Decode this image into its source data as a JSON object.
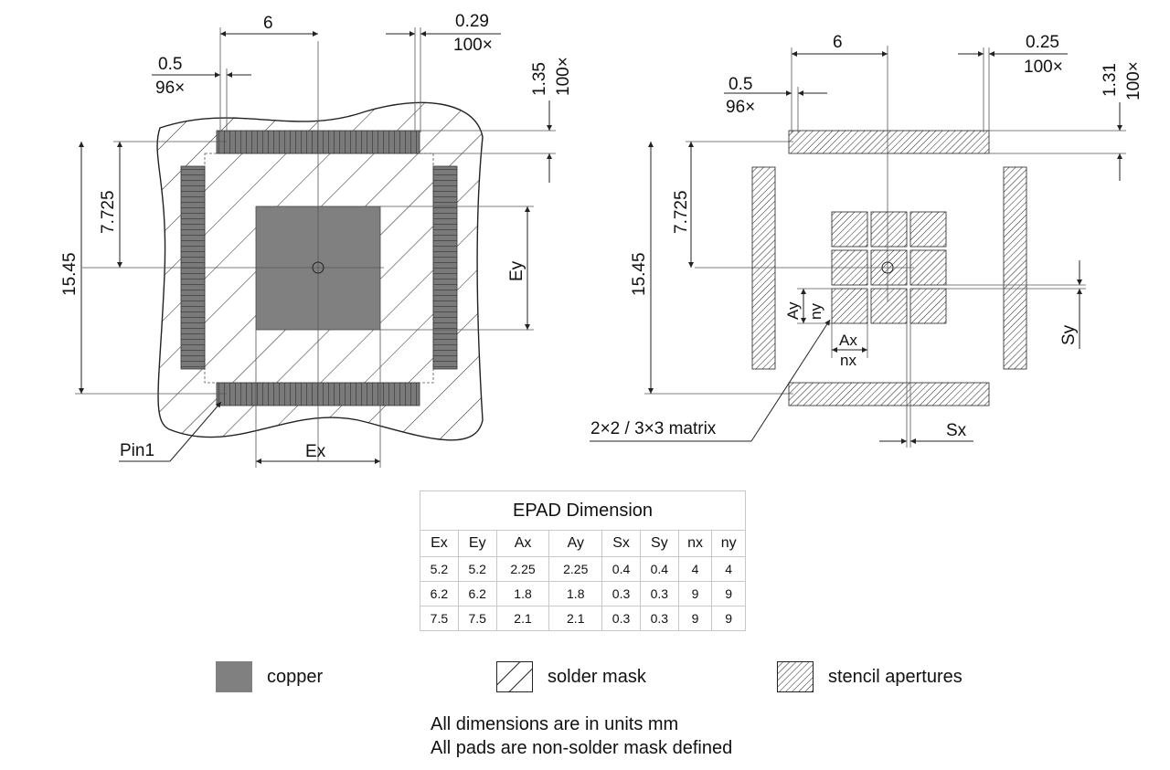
{
  "left_view": {
    "pitch": "0.5",
    "pin_count": "96×",
    "pad_row_width": "6",
    "pad_width": "0.29",
    "pad_width_count": "100×",
    "pad_height": "1.35",
    "pad_height_count": "100×",
    "half_span": "7.725",
    "full_span": "15.45",
    "ex_label": "Ex",
    "ey_label": "Ey",
    "pin1_label": "Pin1"
  },
  "right_view": {
    "pitch": "0.5",
    "pin_count": "96×",
    "pad_row_width": "6",
    "pad_width": "0.25",
    "pad_width_count": "100×",
    "pad_height": "1.31",
    "pad_height_count": "100×",
    "half_span": "7.725",
    "full_span": "15.45",
    "ay_label": "Ay",
    "ny_label": "ny",
    "ax_label": "Ax",
    "nx_label": "nx",
    "sx_label": "Sx",
    "sy_label": "Sy",
    "matrix_label": "2×2 / 3×3 matrix"
  },
  "table": {
    "title": "EPAD Dimension",
    "headers": [
      "Ex",
      "Ey",
      "Ax",
      "Ay",
      "Sx",
      "Sy",
      "nx",
      "ny"
    ],
    "rows": [
      [
        "5.2",
        "5.2",
        "2.25",
        "2.25",
        "0.4",
        "0.4",
        "4",
        "4"
      ],
      [
        "6.2",
        "6.2",
        "1.8",
        "1.8",
        "0.3",
        "0.3",
        "9",
        "9"
      ],
      [
        "7.5",
        "7.5",
        "2.1",
        "2.1",
        "0.3",
        "0.3",
        "9",
        "9"
      ]
    ]
  },
  "legend": {
    "copper": "copper",
    "solder_mask": "solder mask",
    "stencil": "stencil apertures"
  },
  "notes": {
    "line1": "All dimensions are in units mm",
    "line2": "All pads are non-solder mask defined"
  },
  "colors": {
    "copper": "#808080",
    "line": "#222222"
  }
}
